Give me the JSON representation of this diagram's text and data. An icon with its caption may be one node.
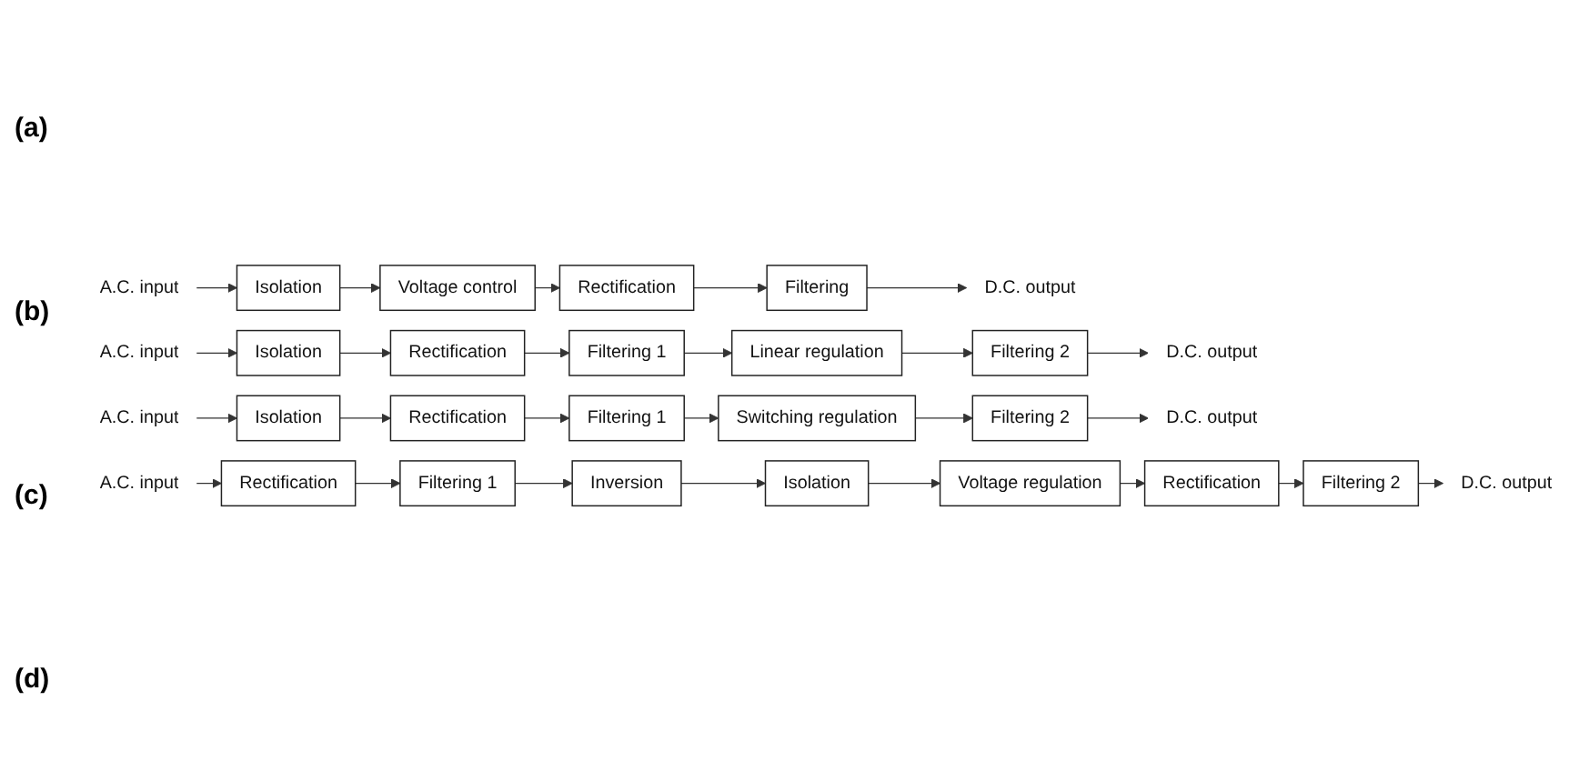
{
  "diagram": {
    "nodes": [
      {
        "text": [
          "A.C. input"
        ]
      },
      {
        "text": [
          "Isolation"
        ]
      },
      {
        "text": [
          "Voltage control"
        ]
      },
      {
        "text": [
          "Rectification"
        ]
      },
      {
        "text": [
          "Filtering"
        ]
      },
      {
        "text": [
          "D.C. output"
        ]
      },
      {
        "text": [
          "A.C. input"
        ]
      },
      {
        "text": [
          "Isolation"
        ]
      },
      {
        "text": [
          "Rectification"
        ]
      },
      {
        "text": [
          "Filtering 1"
        ]
      },
      {
        "text": [
          "Linear regulation"
        ]
      },
      {
        "text": [
          "Filtering 2"
        ]
      },
      {
        "text": [
          "D.C. output"
        ]
      },
      {
        "text": [
          "A.C. input"
        ]
      },
      {
        "text": [
          "Isolation"
        ]
      },
      {
        "text": [
          "Rectification"
        ]
      },
      {
        "text": [
          "Filtering 1"
        ]
      },
      {
        "text": [
          "Switching regulation"
        ]
      },
      {
        "text": [
          "Filtering 2"
        ]
      },
      {
        "text": [
          "D.C. output"
        ]
      },
      {
        "text": [
          "A.C. input"
        ]
      },
      {
        "text": [
          "Rectification"
        ]
      },
      {
        "text": [
          "Filtering 1"
        ]
      },
      {
        "text": [
          "Inversion"
        ]
      },
      {
        "text": [
          "Isolation"
        ]
      },
      {
        "text": [
          "Voltage regulation"
        ]
      },
      {
        "text": [
          "Rectification"
        ]
      },
      {
        "text": [
          "Filtering 2"
        ]
      },
      {
        "text": [
          "D.C. output"
        ]
      }
    ],
    "edges": [
      {
        "from": 0,
        "to": 1,
        "arrow": "to"
      },
      {
        "from": 1,
        "to": 2,
        "arrow": "to"
      },
      {
        "from": 2,
        "to": 3,
        "arrow": "to"
      },
      {
        "from": 3,
        "to": 4,
        "arrow": "to"
      },
      {
        "from": 4,
        "to": 5,
        "arrow": "to"
      },
      {
        "from": 6,
        "to": 7,
        "arrow": "to"
      },
      {
        "from": 7,
        "to": 8,
        "arrow": "to"
      },
      {
        "from": 8,
        "to": 9,
        "arrow": "to"
      },
      {
        "from": 9,
        "to": 10,
        "arrow": "to"
      },
      {
        "from": 10,
        "to": 11,
        "arrow": "to"
      },
      {
        "from": 11,
        "to": 12,
        "arrow": "to"
      },
      {
        "from": 13,
        "to": 14,
        "arrow": "to"
      },
      {
        "from": 14,
        "to": 15,
        "arrow": "to"
      },
      {
        "from": 15,
        "to": 16,
        "arrow": "to"
      },
      {
        "from": 16,
        "to": 17,
        "arrow": "to"
      },
      {
        "from": 17,
        "to": 18,
        "arrow": "to"
      },
      {
        "from": 18,
        "to": 19,
        "arrow": "to"
      },
      {
        "from": 20,
        "to": 21,
        "arrow": "to"
      },
      {
        "from": 21,
        "to": 22,
        "arrow": "to"
      },
      {
        "from": 22,
        "to": 23,
        "arrow": "to"
      },
      {
        "from": 23,
        "to": 24,
        "arrow": "to"
      },
      {
        "from": 24,
        "to": 25,
        "arrow": "to"
      },
      {
        "from": 25,
        "to": 26,
        "arrow": "to"
      },
      {
        "from": 26,
        "to": 27,
        "arrow": "to"
      },
      {
        "from": 27,
        "to": 28,
        "arrow": "to"
      }
    ],
    "labels": [
      "(a)",
      "(b)",
      "(c)",
      "(d)"
    ]
  }
}
